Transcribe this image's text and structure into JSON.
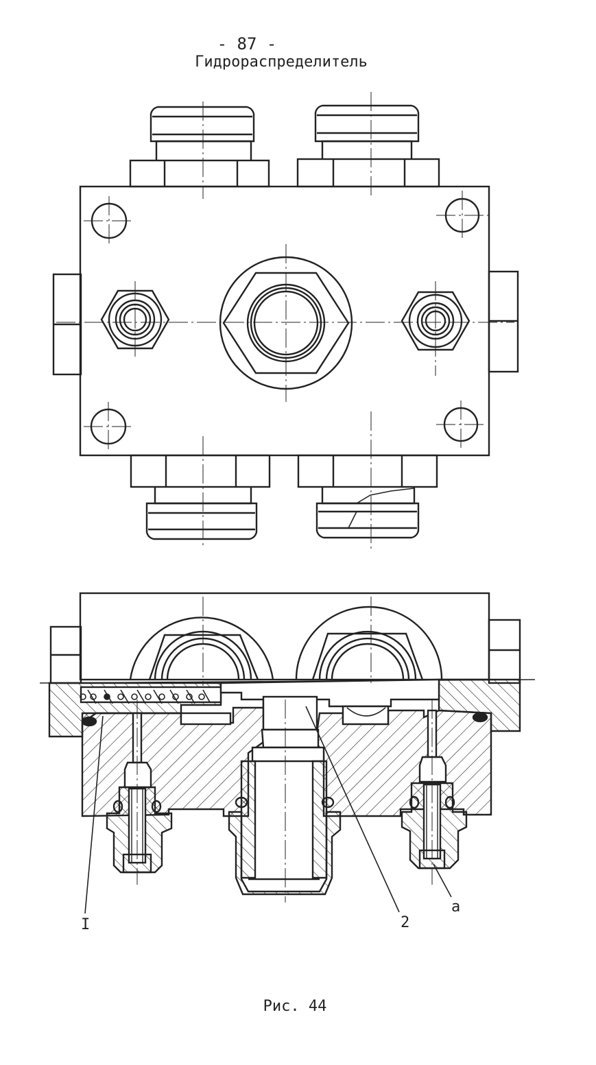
{
  "header": {
    "page_number": "- 87 -",
    "title": "Гидрораспределитель"
  },
  "callouts": {
    "label_1": "I",
    "label_2": "2",
    "label_a": "a"
  },
  "caption": "Рис. 44",
  "colors": {
    "ink": "#222222",
    "paper": "#ffffff"
  }
}
